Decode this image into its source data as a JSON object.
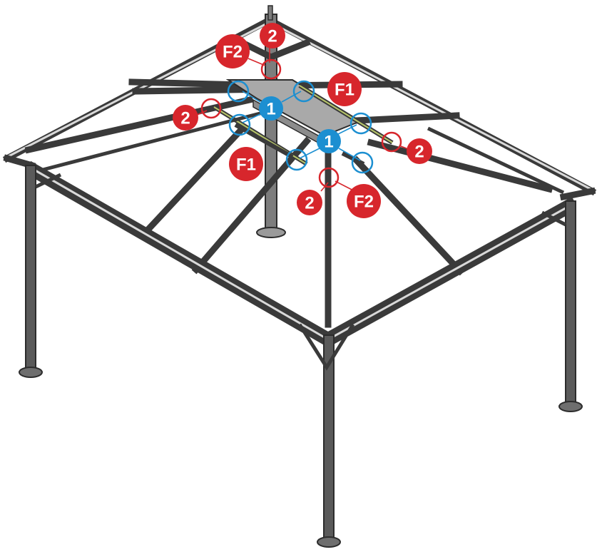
{
  "colors": {
    "frame": "#3a3a3a",
    "frame_highlight": "#d9d9d9",
    "callout_red": "#d7262c",
    "callout_blue": "#1c8fd1",
    "badge_text": "#ffffff"
  },
  "labels": {
    "part_f1": "F1",
    "part_f2": "F2",
    "step_1": "1",
    "step_2": "2"
  }
}
